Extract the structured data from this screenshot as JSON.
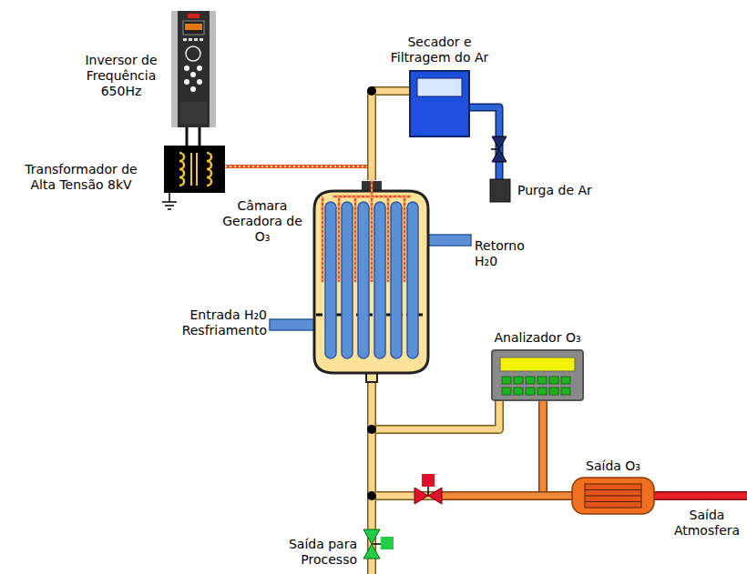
{
  "diagram": {
    "nodes": [
      {
        "text": [
          "Inversor de Frequência 650Hz"
        ]
      },
      {
        "text": [
          "Secador e Filtragem do Ar"
        ]
      },
      {
        "text": [
          "Transformador de Alta Tensão 8kV"
        ]
      },
      {
        "text": [
          "Purga de Ar"
        ]
      },
      {
        "text": [
          "Câmara Geradora de O₃"
        ]
      },
      {
        "text": [
          "Analizador O₃"
        ]
      },
      {
        "text": [
          "Saída O₃"
        ]
      }
    ],
    "edges": [
      {
        "from": 0,
        "to": 2,
        "arrow": "none"
      },
      {
        "from": 2,
        "to": 4,
        "arrow": "none"
      },
      {
        "from": 4,
        "to": 1,
        "arrow": "none"
      },
      {
        "from": 1,
        "to": 3,
        "arrow": "none"
      },
      {
        "from": 4,
        "to": 5,
        "arrow": "none"
      },
      {
        "from": 4,
        "to": 6,
        "arrow": "none"
      },
      {
        "from": 5,
        "to": 6,
        "arrow": "none"
      }
    ],
    "labels": [
      "Retorno H₂0",
      "Entrada H₂0 Resfriamento",
      "Saída Atmosfera",
      "Saída para Processo"
    ]
  }
}
